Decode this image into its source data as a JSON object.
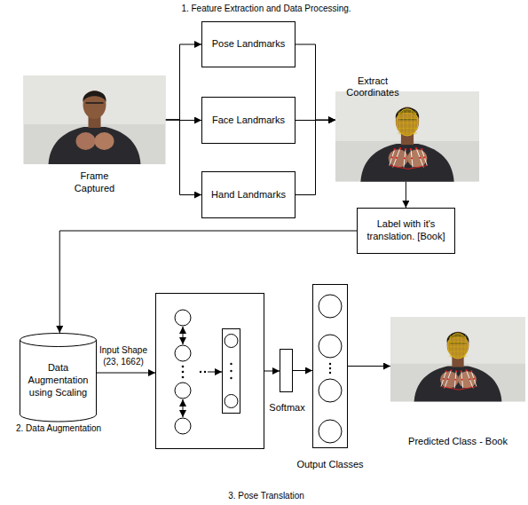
{
  "diagram": {
    "nodes": [
      {
        "text": [
          "Frame Captured"
        ]
      },
      {
        "text": [
          "Pose Landmarks"
        ]
      },
      {
        "text": [
          "Face Landmarks"
        ]
      },
      {
        "text": [
          "Hand Landmarks"
        ]
      },
      {
        "text": [
          "Extract Coordinates"
        ]
      },
      {
        "text": [
          "Label with it's translation. [Book]"
        ]
      },
      {
        "text": [
          "Data Augmentation using Scaling"
        ]
      },
      {
        "text": [
          "Softmax"
        ]
      },
      {
        "text": [
          "Output Classes"
        ]
      },
      {
        "text": [
          "Predicted Class - Book"
        ]
      }
    ],
    "edges": [
      {
        "from": 0,
        "to": 1,
        "arrow": "to"
      },
      {
        "from": 0,
        "to": 2,
        "arrow": "to"
      },
      {
        "from": 0,
        "to": 3,
        "arrow": "to"
      },
      {
        "from": 1,
        "to": 4,
        "arrow": "to"
      },
      {
        "from": 2,
        "to": 4,
        "arrow": "to"
      },
      {
        "from": 3,
        "to": 4,
        "arrow": "to"
      },
      {
        "from": 4,
        "to": 5,
        "arrow": "to"
      },
      {
        "from": 5,
        "to": 6,
        "arrow": "to"
      },
      {
        "from": 7,
        "to": 8,
        "arrow": "to"
      },
      {
        "from": 8,
        "to": 9,
        "arrow": "to"
      }
    ],
    "labels": [
      "1. Feature Extraction and Data Processing.",
      "2. Data Augmentation",
      "Input Shape (23, 1662)",
      "3. Pose Translation"
    ]
  }
}
